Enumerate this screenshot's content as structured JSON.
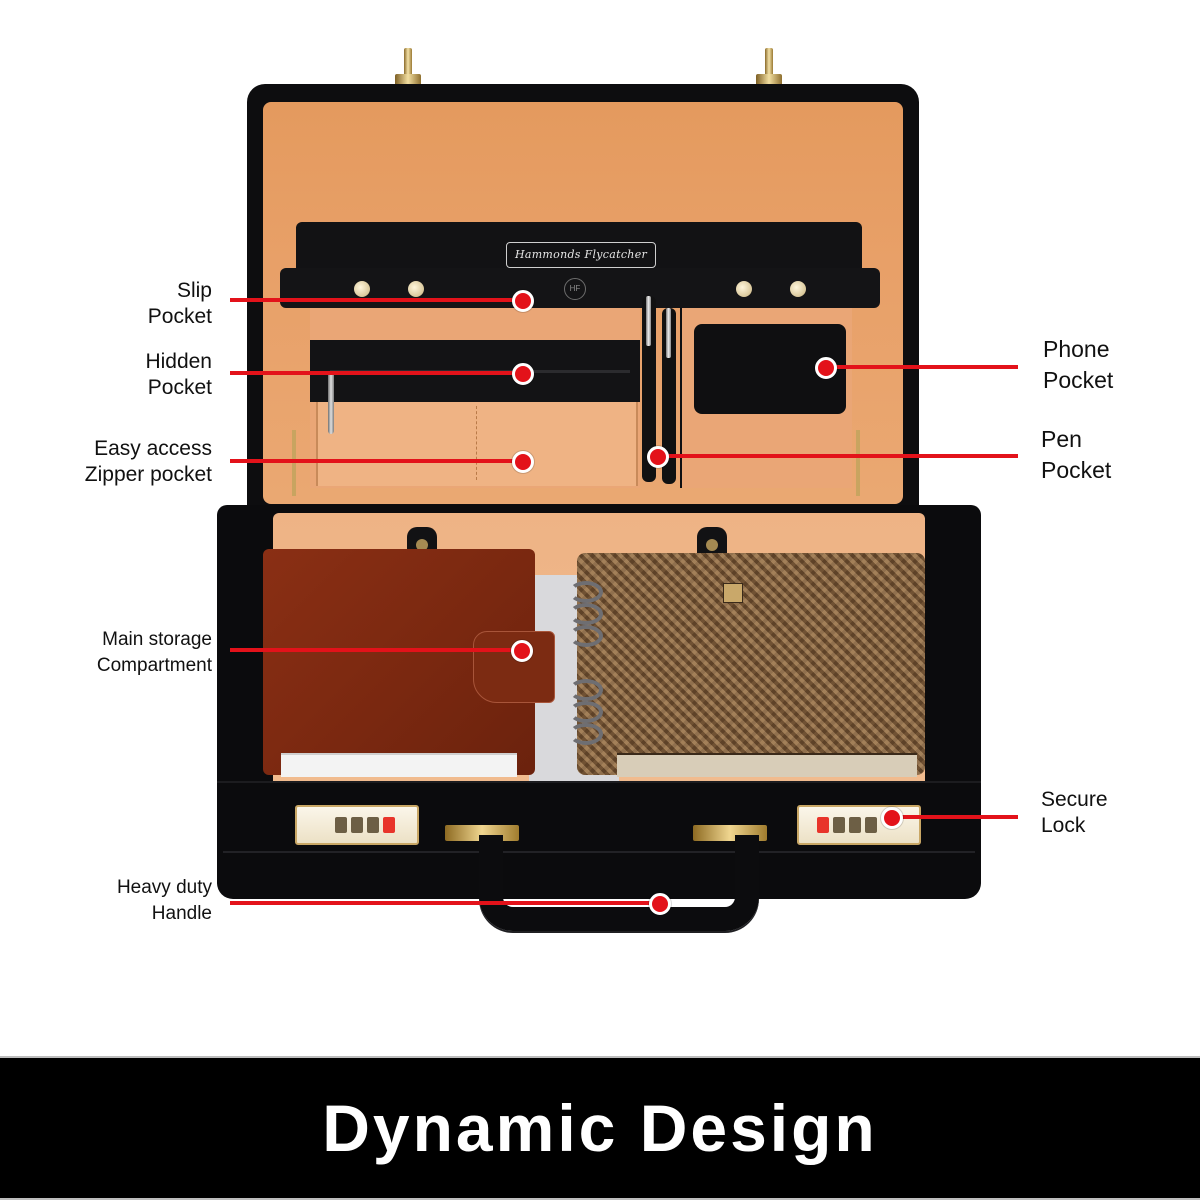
{
  "product": {
    "brand_plate": "Hammonds Flycatcher",
    "monogram": "HF",
    "colors": {
      "leather": "#0d0d0f",
      "lining": "#e8a068",
      "callout_red": "#e3121a",
      "banner_bg": "#000000",
      "banner_text": "#ffffff"
    }
  },
  "callouts": [
    {
      "id": "slip-pocket",
      "side": "left",
      "line1": "Slip",
      "line2": "Pocket"
    },
    {
      "id": "hidden-pocket",
      "side": "left",
      "line1": "Hidden",
      "line2": "Pocket"
    },
    {
      "id": "zipper-pocket",
      "side": "left",
      "line1": "Easy access",
      "line2": "Zipper pocket"
    },
    {
      "id": "phone-pocket",
      "side": "right",
      "line1": "Phone",
      "line2": "Pocket"
    },
    {
      "id": "pen-pocket",
      "side": "right",
      "line1": "Pen",
      "line2": "Pocket"
    },
    {
      "id": "main-storage",
      "side": "left",
      "line1": "Main storage",
      "line2": "Compartment"
    },
    {
      "id": "secure-lock",
      "side": "right",
      "line1": "Secure",
      "line2": "Lock"
    },
    {
      "id": "handle",
      "side": "left",
      "line1": "Heavy duty",
      "line2": "Handle"
    }
  ],
  "banner": {
    "title": "Dynamic Design"
  }
}
